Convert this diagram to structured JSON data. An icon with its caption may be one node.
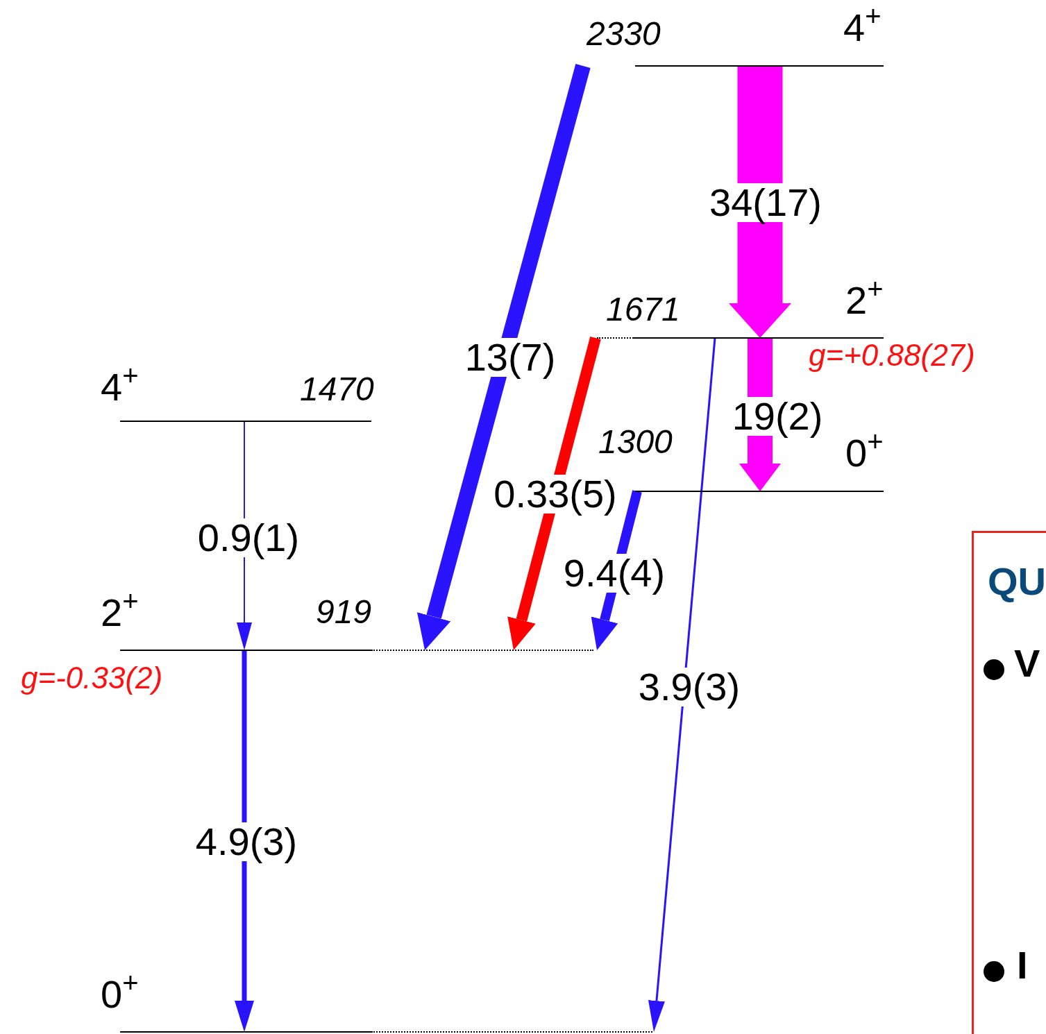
{
  "diagram": {
    "nodes": [
      {
        "text": [
          "0$^{+}$"
        ]
      },
      {
        "text": [
          "2$^{+}$",
          "919"
        ],
        "beside": [
          "g=-0.33(2)"
        ]
      },
      {
        "text": [
          "4$^{+}$",
          "1470"
        ]
      },
      {
        "text": [
          "1300",
          "0$^{+}$"
        ]
      },
      {
        "text": [
          "1671",
          "2$^{+}$"
        ],
        "beside": [
          "g=+0.88(27)"
        ]
      },
      {
        "text": [
          "2330",
          "4$^{+}$"
        ]
      },
      {
        "text": [
          "QU",
          "V",
          "I"
        ]
      }
    ],
    "edges": [
      {
        "from": 2,
        "to": 1,
        "arrow": "to",
        "label": "0.9(1)"
      },
      {
        "from": 1,
        "to": 0,
        "arrow": "to",
        "label": "4.9(3)"
      },
      {
        "from": 5,
        "to": 1,
        "arrow": "to",
        "label": "13(7)"
      },
      {
        "from": 5,
        "to": 4,
        "arrow": "to",
        "label": "34(17)",
        "style": "thick",
        "color": "#ff00ff"
      },
      {
        "from": 4,
        "to": 1,
        "arrow": "to",
        "label": "0.33(5)",
        "color": "#ff0000"
      },
      {
        "from": 4,
        "to": 3,
        "arrow": "to",
        "label": "19(2)",
        "style": "thick",
        "color": "#ff00ff"
      },
      {
        "from": 4,
        "to": 0,
        "arrow": "to",
        "label": "3.9(3)"
      },
      {
        "from": 3,
        "to": 1,
        "arrow": "to",
        "label": "9.4(4)"
      }
    ]
  }
}
